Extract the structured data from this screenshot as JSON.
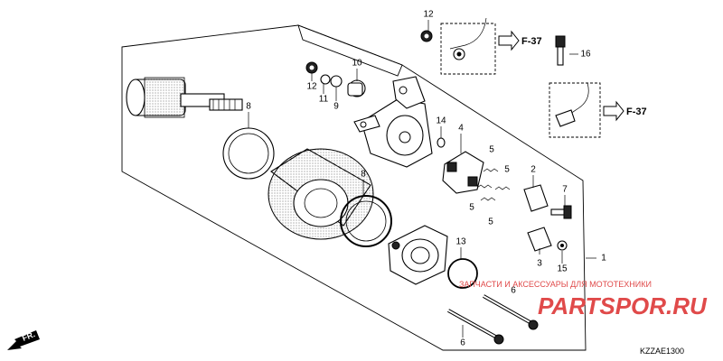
{
  "callouts": [
    {
      "id": "c1",
      "text": "1"
    },
    {
      "id": "c2",
      "text": "2"
    },
    {
      "id": "c3",
      "text": "3"
    },
    {
      "id": "c4",
      "text": "4"
    },
    {
      "id": "c5a",
      "text": "5"
    },
    {
      "id": "c5b",
      "text": "5"
    },
    {
      "id": "c5c",
      "text": "5"
    },
    {
      "id": "c5d",
      "text": "5"
    },
    {
      "id": "c6a",
      "text": "6"
    },
    {
      "id": "c6b",
      "text": "6"
    },
    {
      "id": "c7",
      "text": "7"
    },
    {
      "id": "c8a",
      "text": "8"
    },
    {
      "id": "c8b",
      "text": "8"
    },
    {
      "id": "c9",
      "text": "9"
    },
    {
      "id": "c10",
      "text": "10"
    },
    {
      "id": "c11",
      "text": "11"
    },
    {
      "id": "c12a",
      "text": "12"
    },
    {
      "id": "c12b",
      "text": "12"
    },
    {
      "id": "c13",
      "text": "13"
    },
    {
      "id": "c14",
      "text": "14"
    },
    {
      "id": "c15",
      "text": "15"
    },
    {
      "id": "c16",
      "text": "16"
    }
  ],
  "refs": [
    {
      "id": "ref1",
      "text": "F-37"
    },
    {
      "id": "ref2",
      "text": "F-37"
    }
  ],
  "direction_label": "FR.",
  "diagram_code": "KZZAE1300",
  "watermark": {
    "line1": "ЗАПЧАСТИ И АКСЕССУАРЫ ДЛЯ МОТОТЕХНИКИ",
    "brand": "PARTSPOR.RU"
  },
  "colors": {
    "line": "#000000",
    "watermark": "#e04a4a",
    "background": "#ffffff"
  }
}
